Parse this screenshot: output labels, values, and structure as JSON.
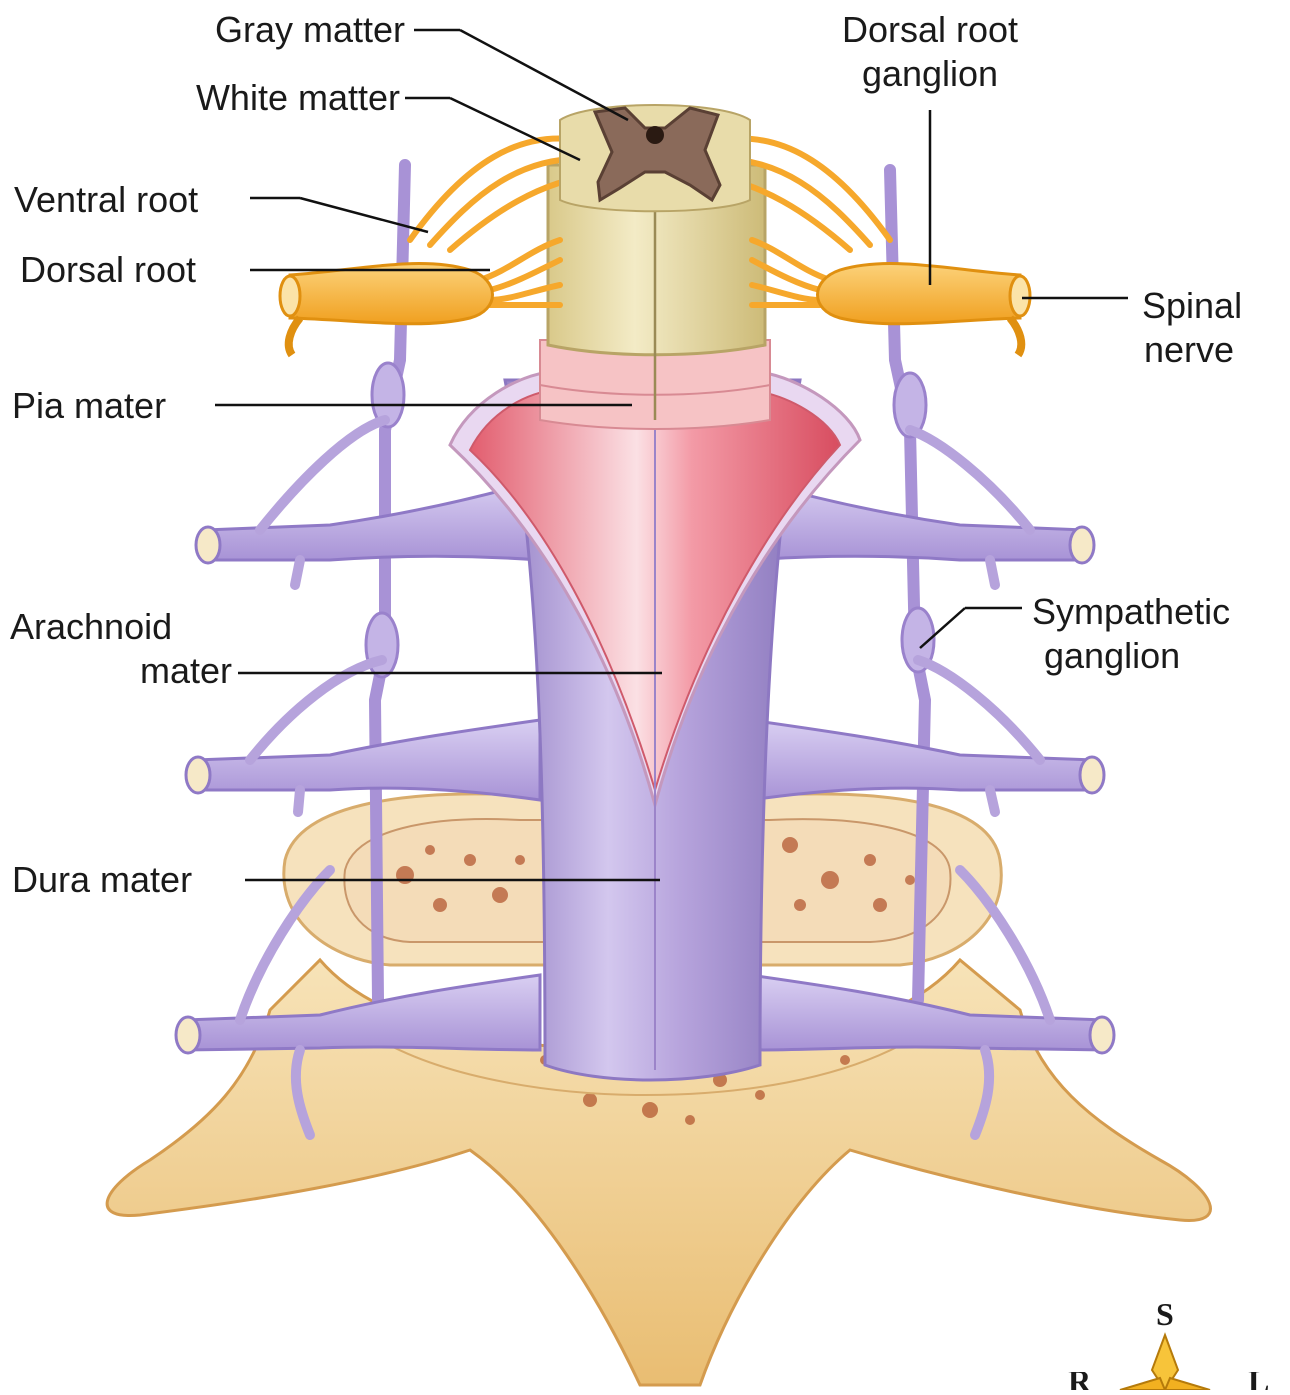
{
  "labels": {
    "gray_matter": "Gray matter",
    "white_matter": "White matter",
    "ventral_root": "Ventral root",
    "dorsal_root": "Dorsal root",
    "pia_mater": "Pia mater",
    "arachnoid_mater": [
      "Arachnoid",
      "mater"
    ],
    "dura_mater": "Dura mater",
    "dorsal_root_ganglion": [
      "Dorsal root",
      "ganglion"
    ],
    "spinal_nerve": [
      "Spinal",
      "nerve"
    ],
    "sympathetic_ganglion": [
      "Sympathetic",
      "ganglion"
    ]
  },
  "compass": {
    "superior": "S",
    "right": "R",
    "left": "L"
  },
  "colors": {
    "nerve_orange": "#f7b23b",
    "membrane_purple": "#b8a6dc",
    "pia_pink": "#f4a7b0",
    "arachnoid_red": "#e8707e",
    "bone": "#f3d7a3",
    "gray_matter": "#8a6a5a",
    "white_matter": "#e6dba7"
  }
}
